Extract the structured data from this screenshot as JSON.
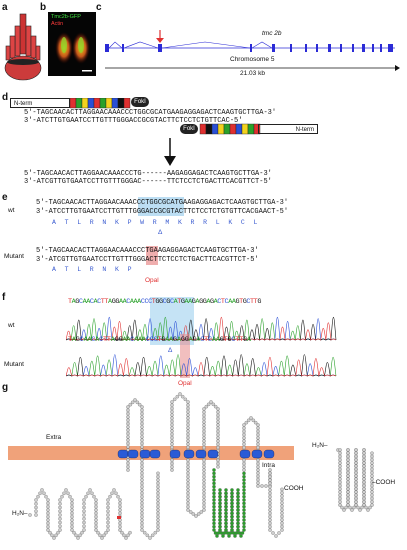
{
  "panels": {
    "a": "a",
    "b": "b",
    "c": "c",
    "d": "d",
    "e": "e",
    "f": "f",
    "g": "g"
  },
  "panel_b": {
    "label1": "Tmc2b-GFP",
    "label2": "Actin"
  },
  "panel_c": {
    "gene": "tmc 2b",
    "chromosome": "Chromosome 5",
    "length": "21.03 kb"
  },
  "panel_d": {
    "nterm": "N-term",
    "foki": "FokI",
    "seq_top": "5′-TAGCAACACTTAGGAACAAACCCTGGCGCATGAAGAGGAGACTCAAGTGCTTGA-3′",
    "seq_bot": "3′-ATCTTGTGAATCCTTGTTTGGGACCGCGTACTTCTCCTCTGTTCAC-5′",
    "after_top": "5′-TAGCAACACTTAGGAACAAACCCTG------AAGAGGAGACTCAAGTGCTTGA-3′",
    "after_bot": "3′-ATCGTTGTGAATCCTTGTTTGGGAC------TTCTCCTCTGACTTCACGTTCT-5′"
  },
  "panel_e": {
    "wt": "wt",
    "mutant": "Mutant",
    "wt_top": "5′-TAGCAACACTTAGGAACAAACCCTGGCGCATGAAGAGGAGACTCAAGTGCTTGA-3′",
    "wt_bot": "3′-ATCCTTGTGAATCCTTGTTTGGGACCGCGTACTTCTCCTCTGTGTTCACGAACT-5′",
    "wt_aa": [
      "A",
      "T",
      "L",
      "R",
      "N",
      "K",
      "P",
      "W",
      "R",
      "M",
      "K",
      "R",
      "R",
      "L",
      "K",
      "C",
      "L"
    ],
    "delta": "Δ",
    "mut_top": "5′-TAGCAACACTTAGGAACAAACCCTGAAGAGGAGACTCAAGTGCTTGA-3′",
    "mut_bot": "3′-ATCGTTGTGAATCCTTGTTTGGGACTTCTCCTCTGACTTCACGTTCT-5′",
    "mut_aa": [
      "A",
      "T",
      "L",
      "R",
      "N",
      "K",
      "P"
    ],
    "opal": "Opal"
  },
  "panel_f": {
    "wt": "wt",
    "mutant": "Mutant",
    "wt_seq": "TAGCAACACTTAGGAACAAACCCTGGCGCATGAAGAGGAGACTCAAGTGCTTG",
    "mut_seq": "TAGCAACACTTAGGAACAAACCCTGAAGAGGAGACTCAAGTGCTTGA",
    "delta": "Δ",
    "opal": "Opal"
  },
  "panel_g": {
    "extra": "Extra",
    "intra": "Intra",
    "nh2": "H₂N–",
    "cooh": "COOH",
    "nh2_right": "H₂N–",
    "cooh_right": "–COOH"
  },
  "colors": {
    "exon": "#2b2bd6",
    "arrow": "#e03030",
    "membrane": "#f0a27a",
    "tm": "#2a5bd6",
    "green": "#26a63a",
    "opal": "#e88b8b",
    "delta": "#9fd0ee"
  }
}
